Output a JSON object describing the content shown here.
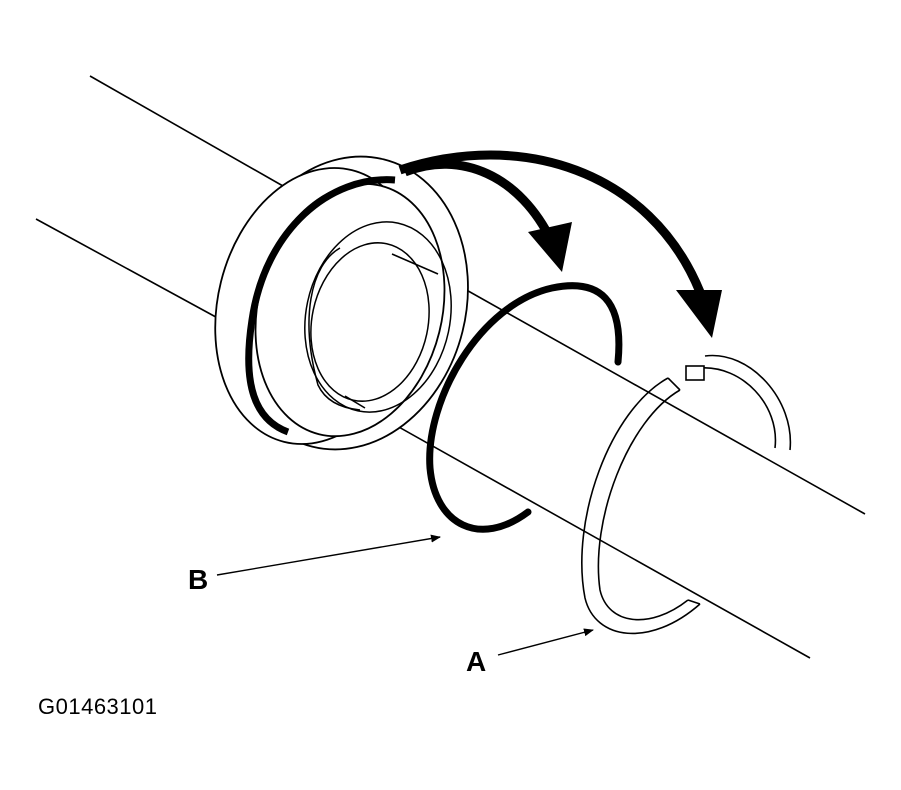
{
  "callouts": {
    "a": "A",
    "b": "B"
  },
  "figure_id": "G01463101",
  "colors": {
    "line": "#000000",
    "background": "#ffffff"
  }
}
